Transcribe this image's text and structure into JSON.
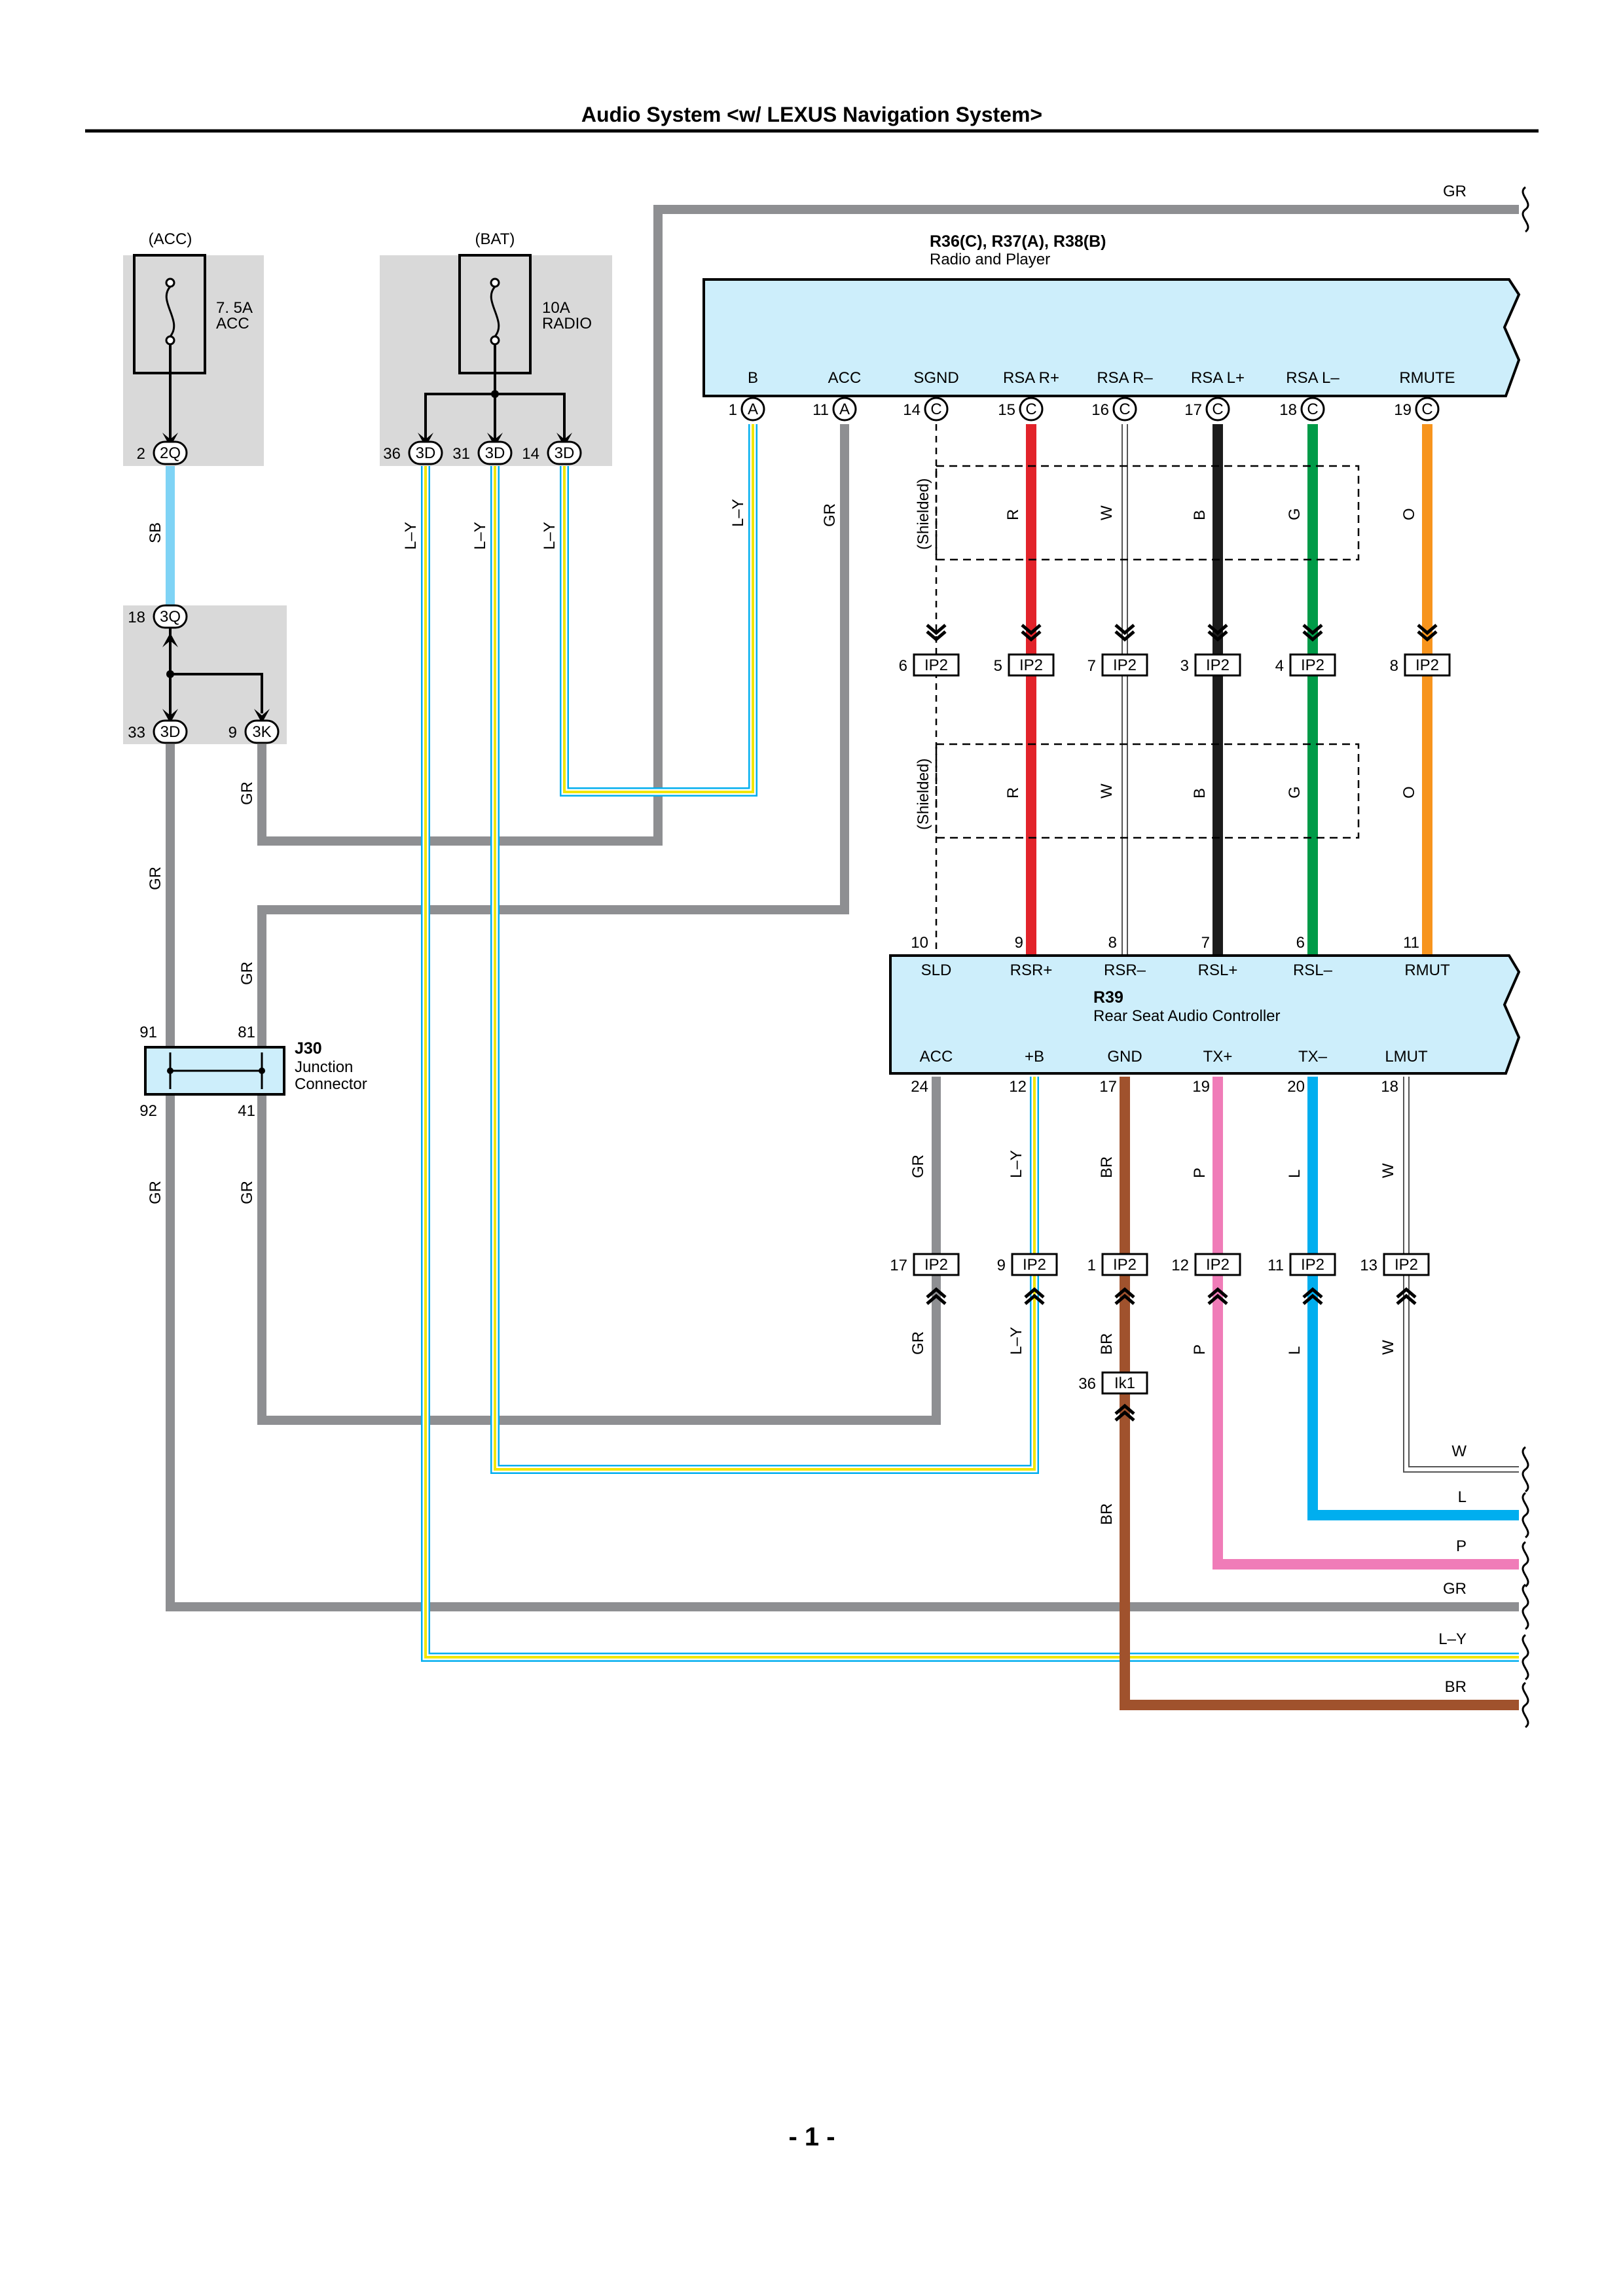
{
  "title": "Audio System <w/ LEXUS Navigation System>",
  "page_number": "- 1 -",
  "colors": {
    "wire_gray": "#8e8f92",
    "red": "#e2232a",
    "black": "#1c1c1c",
    "green": "#009b48",
    "orange": "#f7941d",
    "light_blue": "#7fd3f5",
    "blue": "#00aeef",
    "pink": "#f07cb8",
    "brown": "#a0522d",
    "yellow": "#f2e600",
    "unit_fill": "#cdeefb",
    "fuse_box": "#d9d9d9"
  },
  "fuses": {
    "acc": {
      "supply": "(ACC)",
      "rating": "7. 5A",
      "name": "ACC",
      "pin": "2",
      "connector": "2Q"
    },
    "bat": {
      "supply": "(BAT)",
      "rating": "10A",
      "name": "RADIO",
      "pins": [
        {
          "pin": "36",
          "connector": "3D"
        },
        {
          "pin": "31",
          "connector": "3D"
        },
        {
          "pin": "14",
          "connector": "3D"
        }
      ]
    }
  },
  "junction_block": {
    "in": {
      "pin": "18",
      "connector": "3Q"
    },
    "outs": [
      {
        "pin": "33",
        "connector": "3D"
      },
      {
        "pin": "9",
        "connector": "3K"
      }
    ]
  },
  "radio": {
    "id": "R36(C), R37(A), R38(B)",
    "name": "Radio and Player",
    "terminals": [
      {
        "label": "B",
        "pin": "1",
        "conn": "A"
      },
      {
        "label": "ACC",
        "pin": "11",
        "conn": "A"
      },
      {
        "label": "SGND",
        "pin": "14",
        "conn": "C"
      },
      {
        "label": "RSA R+",
        "pin": "15",
        "conn": "C"
      },
      {
        "label": "RSA R–",
        "pin": "16",
        "conn": "C"
      },
      {
        "label": "RSA L+",
        "pin": "17",
        "conn": "C"
      },
      {
        "label": "RSA L–",
        "pin": "18",
        "conn": "C"
      },
      {
        "label": "RMUTE",
        "pin": "19",
        "conn": "C"
      }
    ]
  },
  "shielded_label": "(Shielded)",
  "ip2_upper": [
    {
      "pin": "6",
      "conn": "IP2"
    },
    {
      "pin": "5",
      "conn": "IP2"
    },
    {
      "pin": "7",
      "conn": "IP2"
    },
    {
      "pin": "3",
      "conn": "IP2"
    },
    {
      "pin": "4",
      "conn": "IP2"
    },
    {
      "pin": "8",
      "conn": "IP2"
    }
  ],
  "signal_colors": [
    "R",
    "W",
    "B",
    "G",
    "O"
  ],
  "rsac": {
    "id": "R39",
    "name": "Rear Seat Audio Controller",
    "top_terminals": [
      {
        "label": "SLD",
        "pin": "10"
      },
      {
        "label": "RSR+",
        "pin": "9"
      },
      {
        "label": "RSR–",
        "pin": "8"
      },
      {
        "label": "RSL+",
        "pin": "7"
      },
      {
        "label": "RSL–",
        "pin": "6"
      },
      {
        "label": "RMUT",
        "pin": "11"
      }
    ],
    "bottom_terminals": [
      {
        "label": "ACC",
        "pin": "24",
        "color": "GR"
      },
      {
        "label": "+B",
        "pin": "12",
        "color": "L–Y"
      },
      {
        "label": "GND",
        "pin": "17",
        "color": "BR"
      },
      {
        "label": "TX+",
        "pin": "19",
        "color": "P"
      },
      {
        "label": "TX–",
        "pin": "20",
        "color": "L"
      },
      {
        "label": "LMUT",
        "pin": "18",
        "color": "W"
      }
    ]
  },
  "ip2_lower": [
    {
      "pin": "17",
      "conn": "IP2"
    },
    {
      "pin": "9",
      "conn": "IP2"
    },
    {
      "pin": "1",
      "conn": "IP2"
    },
    {
      "pin": "12",
      "conn": "IP2"
    },
    {
      "pin": "11",
      "conn": "IP2"
    },
    {
      "pin": "13",
      "conn": "IP2"
    }
  ],
  "ground_conn": {
    "pin": "36",
    "conn": "Ik1"
  },
  "junction_connector": {
    "id": "J30",
    "name": "Junction",
    "name2": "Connector",
    "pins": [
      "91",
      "81",
      "92",
      "41"
    ]
  },
  "wire_labels": {
    "SB": "SB",
    "GR": "GR",
    "LY": "L–Y",
    "BR": "BR",
    "P": "P",
    "L": "L",
    "W": "W"
  },
  "right_exits": [
    "GR",
    "W",
    "L",
    "P",
    "GR",
    "L–Y",
    "BR"
  ]
}
